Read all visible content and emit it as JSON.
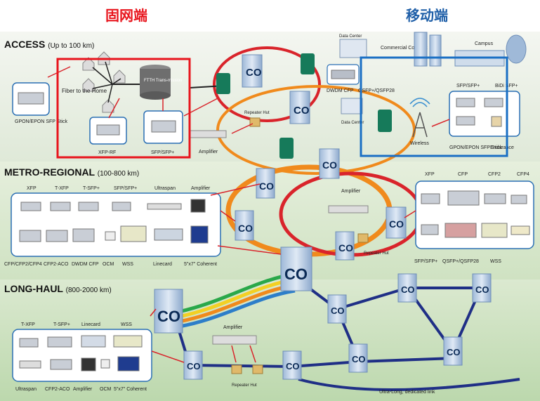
{
  "headers": {
    "fixed": "固网端",
    "mobile": "移动端"
  },
  "sections": {
    "access": {
      "title": "ACCESS",
      "range": "(Up to 100 km)"
    },
    "metro": {
      "title": "METRO-REGIONAL",
      "range": "(100-800 km)"
    },
    "longhaul": {
      "title": "LONG-HAUL",
      "range": "(800-2000 km)"
    }
  },
  "access": {
    "gpon_stick": "GPON/EPON SFP Stick",
    "fiber_home": "Fiber to the Home",
    "ftth": "FTTH Trans-mission",
    "xfp_rf": "XFP-RF",
    "sfp_sfpplus": "SFP/SFP+",
    "amplifier": "Amplifier",
    "repeater_hut": "Repeater Hut",
    "data_center_top": "Data Center",
    "commercial_complex": "Commercial Complex",
    "campus": "Campus",
    "dwdm_cfp": "DWDM CFP",
    "qsfp": "QSFP+/QSFP28",
    "data_center_mid": "Data Center",
    "wireless": "Wireless",
    "right_sfp": "SFP/SFP+",
    "bidi": "BiDi SFP+",
    "right_gpon": "GPON/EPON SFP Stick",
    "endurance": "Endurance"
  },
  "metro": {
    "xfp": "XFP",
    "txfp": "T-XFP",
    "tsfp": "T-SFP+",
    "sfp": "SFP/SFP+",
    "ultraspan": "Ultraspan",
    "amplifier_box": "Amplifier",
    "cfp_group": "CFP/CFP2/CFP4",
    "cfp2_aco": "CFP2-ACO",
    "dwdm_cfp": "DWDM CFP",
    "ocm": "OCM",
    "wss": "WSS",
    "linecard": "Linecard",
    "coherent": "5\"x7\" Coherent",
    "amplifier": "Amplifier",
    "repeater_hut": "Repeater Hut",
    "r_xfp": "XFP",
    "r_cfp": "CFP",
    "r_cfp2": "CFP2",
    "r_cfp4": "CFP4",
    "r_sfp": "SFP/SFP+",
    "r_qsfp": "QSFP+/QSFP28",
    "r_wss": "WSS"
  },
  "longhaul": {
    "txfp": "T-XFP",
    "tsfp": "T-SFP+",
    "linecard": "Linecard",
    "wss": "WSS",
    "ultraspan": "Ultraspan",
    "cfp2_aco": "CFP2-ACO",
    "amplifier_lbl": "Amplifier",
    "ocm": "OCM",
    "coherent": "5\"x7\" Coherent",
    "amplifier": "Amplifier",
    "repeater_hut": "Repeater Hut",
    "ultralong": "Ultra-Long, dedicated link"
  },
  "co_label": "CO",
  "colors": {
    "fixed_box": "#e8141c",
    "mobile_box": "#1a6fc4",
    "access_bg": "#e9efe6",
    "metro_bg": "#d9e8cf",
    "long_bg": "#cfe3c2",
    "ring_orange": "#f08a1c",
    "ring_red": "#d9242b",
    "link_blue": "#1f2f86",
    "co_building": "#b7cde6",
    "node_green": "#167a5a"
  }
}
